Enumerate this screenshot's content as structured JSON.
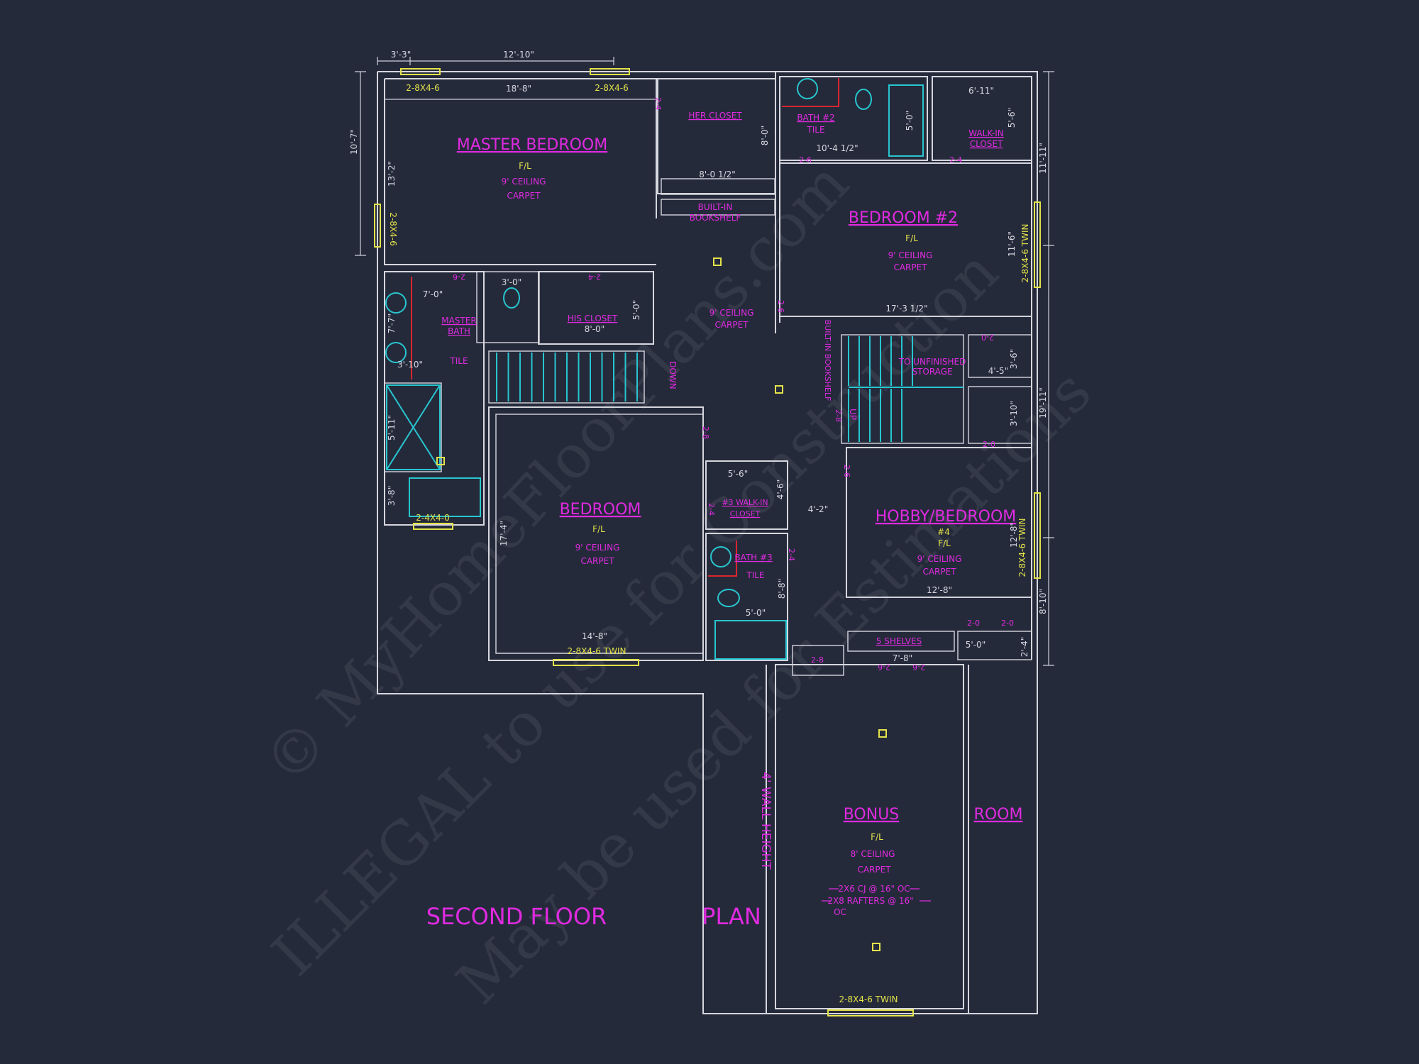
{
  "plan_title": {
    "left": "SECOND FLOOR",
    "right": "PLAN"
  },
  "colors": {
    "background": "#252a3b",
    "walls": "#d6d6de",
    "text_labels": "#e02ae0",
    "windows": "#e3e34a",
    "fixtures": "#27c6cf"
  },
  "watermark": [
    "© MyHomeFloorPlans.com",
    "ILLEGAL to use for Construction",
    "May be used for Estimations"
  ],
  "rooms": {
    "master_bedroom": {
      "name": "MASTER BEDROOM",
      "fixture": "F/L",
      "ceiling": "9' CEILING",
      "floor": "CARPET"
    },
    "her_closet": {
      "name": "HER CLOSET"
    },
    "built_in_bookshelf": {
      "line1": "BUILT-IN",
      "line2": "BOOKSHELF"
    },
    "bath2": {
      "name": "BATH #2",
      "floor": "TILE"
    },
    "walk_in_closet": {
      "line1": "WALK-IN",
      "line2": "CLOSET"
    },
    "bedroom2": {
      "name": "BEDROOM #2",
      "fixture": "F/L",
      "ceiling": "9' CEILING",
      "floor": "CARPET"
    },
    "master_bath": {
      "line1": "MASTER",
      "line2": "BATH",
      "floor": "TILE"
    },
    "his_closet": {
      "name": "HIS CLOSET"
    },
    "hall": {
      "ceiling": "9' CEILING",
      "floor": "CARPET",
      "stair": "DOWN"
    },
    "stair_right": {
      "bookshelf": "BUILT-IN BOOKSHELF",
      "line1": "TO UNFINISHED",
      "line2": "STORAGE",
      "up": "UP"
    },
    "bedroom": {
      "name": "BEDROOM",
      "fixture": "F/L",
      "ceiling": "9' CEILING",
      "floor": "CARPET"
    },
    "walk_in_closet3": {
      "line1": "#3 WALK-IN",
      "line2": "CLOSET"
    },
    "bath3": {
      "name": "BATH #3",
      "floor": "TILE"
    },
    "hobby": {
      "name": "HOBBY/BEDROOM",
      "number": "#4",
      "fixture": "F/L",
      "ceiling": "9' CEILING",
      "floor": "CARPET"
    },
    "shelves": {
      "name": "5 SHELVES"
    },
    "bonus": {
      "name1": "BONUS",
      "name2": "ROOM",
      "fixture": "F/L",
      "ceiling": "8' CEILING",
      "floor": "CARPET",
      "note1": "2X6 CJ @ 16\" OC",
      "note2": "2X8 RAFTERS @ 16\"",
      "note3": "OC",
      "wall_height": "4' WALL HEIGHT"
    }
  },
  "windows": [
    "2-8X4-6",
    "2-8X4-6",
    "2-8X4-6",
    "2-8X4-6 TWIN",
    "2-4X4-0",
    "2-8X4-6 TWIN",
    "2-8X4-6 TWIN",
    "2-8X4-6 TWIN"
  ],
  "doors": [
    "2-4",
    "2-6",
    "2-4",
    "2-6",
    "2-4",
    "2-6",
    "2-0",
    "2-8",
    "2-0",
    "2-6",
    "2-8",
    "2-4",
    "2-4",
    "2-0",
    "2-0",
    "2-8",
    "2-6",
    "2-6"
  ],
  "dimensions": [
    "3'-3\"",
    "12'-10\"",
    "18'-8\"",
    "10'-7\"",
    "13'-2\"",
    "8'-0\"",
    "8'-0 1/2\"",
    "10'-4 1/2\"",
    "5'-0\"",
    "6'-11\"",
    "5'-6\"",
    "11'-11\"",
    "11'-6\"",
    "17'-3 1/2\"",
    "7'-0\"",
    "3'-0\"",
    "7'-7\"",
    "3'-10\"",
    "5'-0\"",
    "8'-0\"",
    "5'-11\"",
    "3'-8\"",
    "17'-4\"",
    "14'-8\"",
    "4'-6\"",
    "5'-6\"",
    "4'-2\"",
    "8'-8\"",
    "5'-0\"",
    "4'-5\"",
    "3'-6\"",
    "19'-11\"",
    "3'-10\"",
    "12'-8\"",
    "12'-8\"",
    "8'-10\"",
    "7'-8\"",
    "5'-0\"",
    "2'-4\""
  ]
}
